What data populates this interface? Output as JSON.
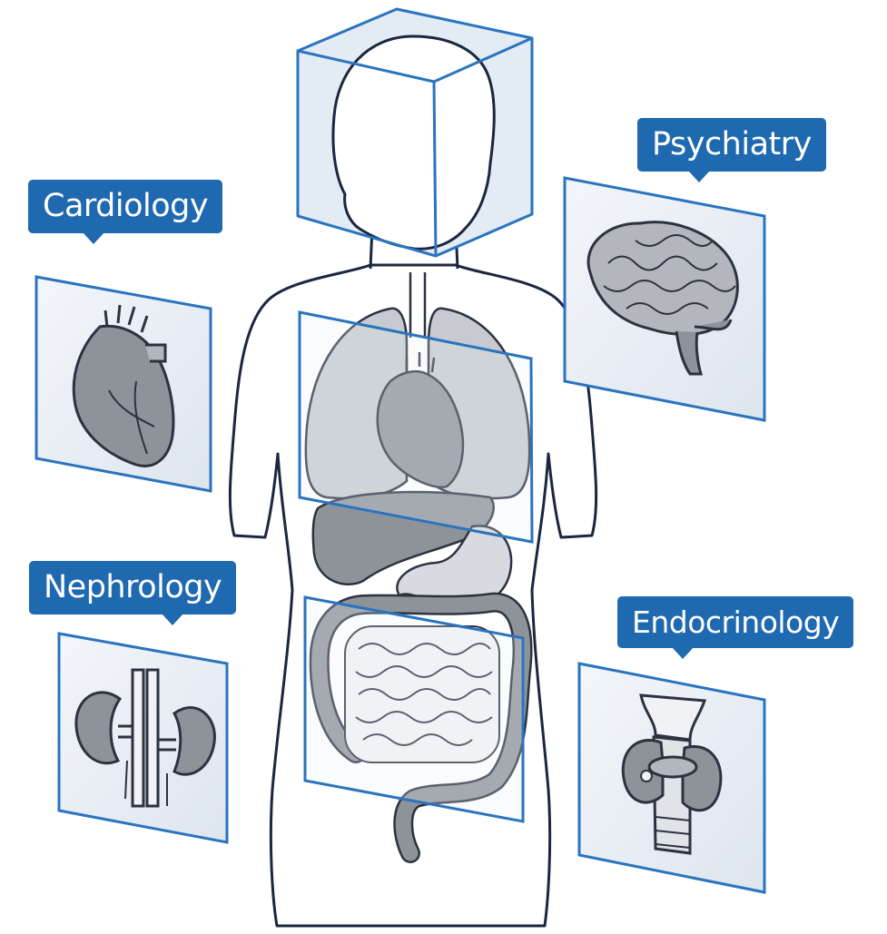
{
  "labels": {
    "cardiology": "Cardiology",
    "psychiatry": "Psychiatry",
    "nephrology": "Nephrology",
    "endocrinology": "Endocrinology"
  },
  "colors": {
    "label_bg": "#1f69b0",
    "label_text": "#ffffff",
    "panel_border": "#2a74bf",
    "panel_fill": "#e9eef4",
    "body_outline": "#1b2740",
    "organ_fill": "#8e939a",
    "organ_stroke": "#2c3340"
  },
  "icons": {
    "head_box": "cube-icon",
    "cardiology_panel": "heart-icon",
    "psychiatry_panel": "brain-icon",
    "nephrology_panel": "kidneys-icon",
    "endocrinology_panel": "thyroid-icon"
  }
}
